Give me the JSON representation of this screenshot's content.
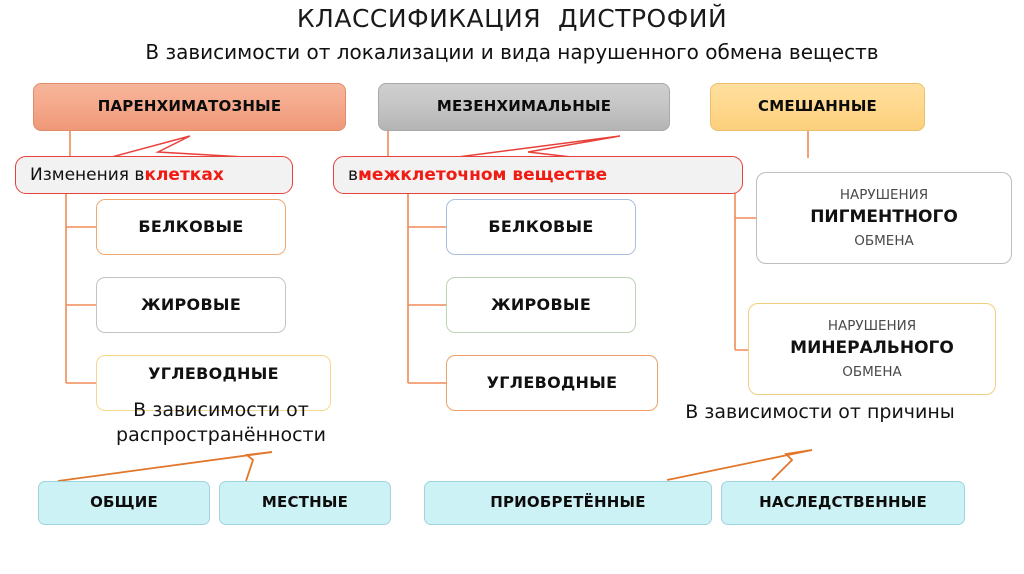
{
  "header": {
    "title": "КЛАССИФИКАЦИЯ  ДИСТРОФИЙ",
    "subtitle": "В зависимости от локализации и вида нарушенного обмена веществ"
  },
  "top_row": [
    {
      "label": "ПАРЕНХИМАТОЗНЫЕ",
      "color": "#f5a98c"
    },
    {
      "label": "МЕЗЕНХИМАЛЬНЫЕ",
      "color": "#c6c6c6"
    },
    {
      "label": "СМЕШАННЫЕ",
      "color": "#ffd98f"
    }
  ],
  "callouts": [
    {
      "plain": "Изменения в ",
      "highlight": "клетках"
    },
    {
      "plain": "в ",
      "highlight": "межклеточном веществе"
    }
  ],
  "parenchymal_types": [
    {
      "label": "БЕЛКОВЫЕ",
      "border": "#f0a972"
    },
    {
      "label": "ЖИРОВЫЕ",
      "border": "#c3c3c3"
    },
    {
      "label": "УГЛЕВОДНЫЕ",
      "border": "#f6d88a"
    }
  ],
  "mesenchymal_types": [
    {
      "label": "БЕЛКОВЫЕ",
      "border": "#a9bfdd"
    },
    {
      "label": "ЖИРОВЫЕ",
      "border": "#bdd3b5"
    },
    {
      "label": "УГЛЕВОДНЫЕ",
      "border": "#f0a06a"
    }
  ],
  "mixed_types": [
    {
      "lead": "НАРУШЕНИЯ ",
      "strong": "ПИГМЕНТНОГО",
      "tail": "ОБМЕНА",
      "border": "#bdbdbd"
    },
    {
      "lead": "НАРУШЕНИЯ",
      "strong": "МИНЕРАЛЬНОГО",
      "tail": " ОБМЕНА",
      "border": "#f2cf7f"
    }
  ],
  "captions": {
    "by_spread": "В зависимости от\nраспространённости",
    "by_cause": "В зависимости от причины"
  },
  "bottom_row_left": [
    {
      "label": "ОБЩИЕ"
    },
    {
      "label": "МЕСТНЫЕ"
    }
  ],
  "bottom_row_right": [
    {
      "label": "ПРИОБРЕТЁННЫЕ"
    },
    {
      "label": "НАСЛЕДСТВЕННЫЕ"
    }
  ],
  "colors": {
    "connector": "#ef8b57",
    "callout_border": "#e8403a",
    "callout_text": "#f01b12",
    "cyan_fill": "#cdf2f6",
    "cyan_border": "#9fd4de",
    "background": "#ffffff"
  }
}
